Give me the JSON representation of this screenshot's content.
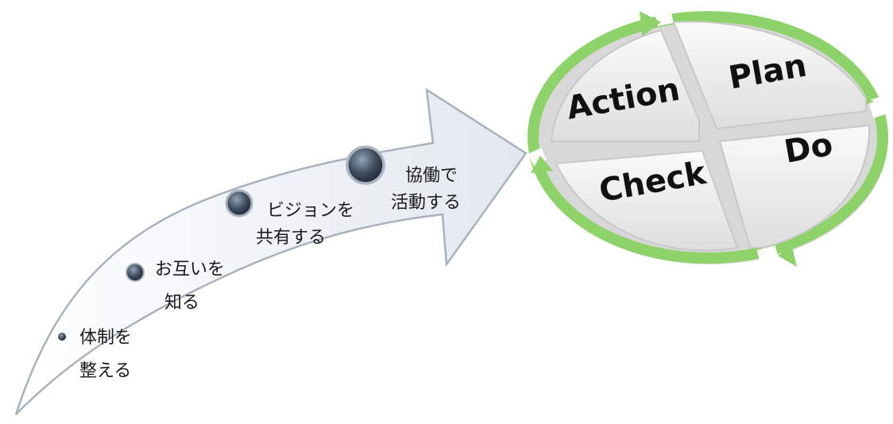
{
  "colors": {
    "arrow_fill": "#e9eef4",
    "arrow_stroke": "#a9b2bc",
    "cycle_green": "#8ed36a",
    "quadrant_fill": "#efefef"
  },
  "steps": [
    {
      "line1": "体制を",
      "line2": "整える"
    },
    {
      "line1": "お互いを",
      "line2": "知る"
    },
    {
      "line1": "ビジョンを",
      "line2": "共有する"
    },
    {
      "line1": "協働で",
      "line2": "活動する"
    }
  ],
  "pdca": {
    "plan": "Plan",
    "do": "Do",
    "check": "Check",
    "action": "Action"
  }
}
